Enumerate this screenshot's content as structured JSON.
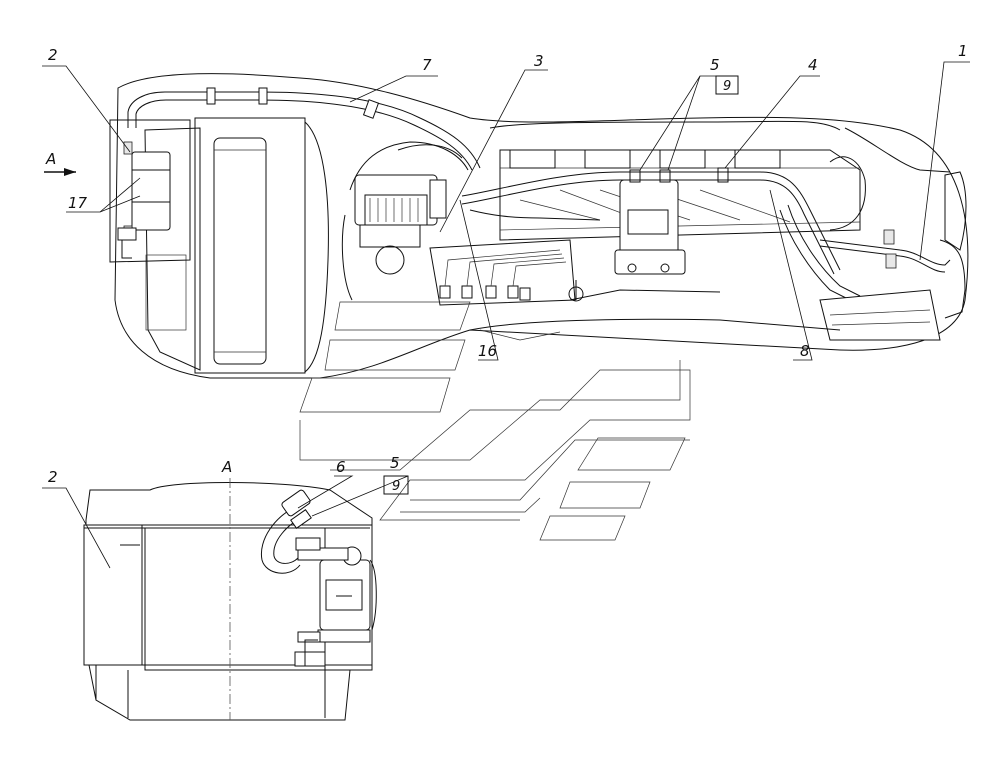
{
  "callouts": {
    "c1": "1",
    "c2": "2",
    "c3": "3",
    "c4": "4",
    "c5": "5",
    "c7": "7",
    "c8": "8",
    "c9": "9",
    "c16": "16",
    "c17": "17",
    "view_a_mark": "A",
    "view_b_2": "2",
    "view_b_5": "5",
    "view_b_6": "6",
    "view_b_9": "9",
    "view_b_title": "A"
  }
}
